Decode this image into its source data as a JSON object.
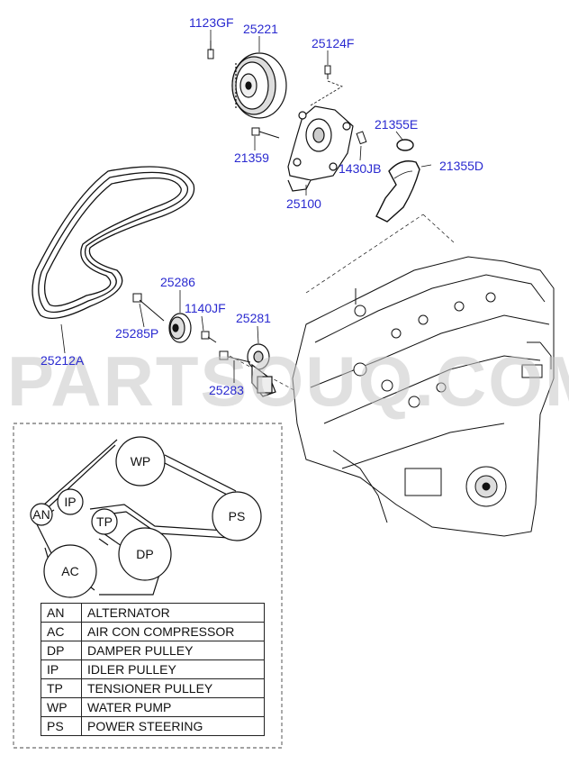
{
  "parts": {
    "p1123GF": "1123GF",
    "p25221": "25221",
    "p25124F": "25124F",
    "p21355E": "21355E",
    "p21359": "21359",
    "p1430JB": "1430JB",
    "p21355D": "21355D",
    "p25100": "25100",
    "p25286": "25286",
    "p1140JF": "1140JF",
    "p25281": "25281",
    "p25285P": "25285P",
    "p25212A": "25212A",
    "p25283": "25283"
  },
  "watermark": "PARTSOUQ.COM",
  "routing": {
    "WP": "WP",
    "IP": "IP",
    "AN": "AN",
    "TP": "TP",
    "PS": "PS",
    "DP": "DP",
    "AC": "AC"
  },
  "legend": [
    {
      "abbr": "AN",
      "name": "ALTERNATOR"
    },
    {
      "abbr": "AC",
      "name": "AIR CON COMPRESSOR"
    },
    {
      "abbr": "DP",
      "name": "DAMPER PULLEY"
    },
    {
      "abbr": "IP",
      "name": "IDLER PULLEY"
    },
    {
      "abbr": "TP",
      "name": "TENSIONER PULLEY"
    },
    {
      "abbr": "WP",
      "name": "WATER PUMP"
    },
    {
      "abbr": "PS",
      "name": "POWER STEERING"
    }
  ]
}
